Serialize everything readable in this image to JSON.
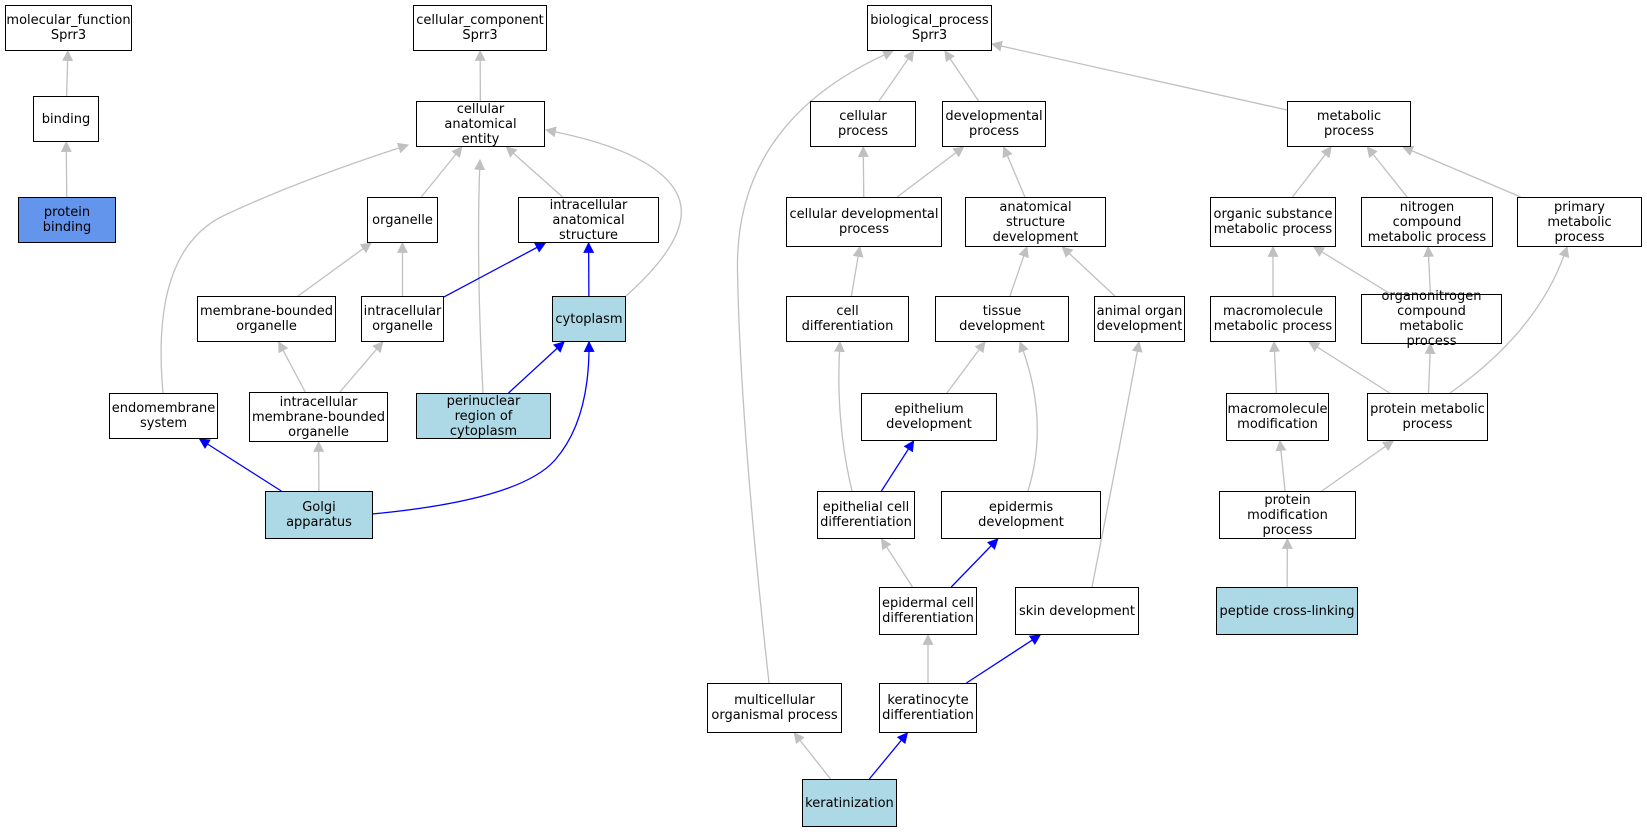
{
  "colors": {
    "node_fill": "#ffffff",
    "annotated_fill": "#add8e6",
    "root_annotated_fill": "#6495ed",
    "gray_edge": "#c0c0c0",
    "blue_edge": "#0000ff"
  },
  "nodes": [
    {
      "id": "molecular_function",
      "label": "molecular_function\nSprr3",
      "style": "normal"
    },
    {
      "id": "binding",
      "label": "binding",
      "style": "normal"
    },
    {
      "id": "protein_binding",
      "label": "protein binding",
      "style": "root-annotated"
    },
    {
      "id": "cellular_component",
      "label": "cellular_component\nSprr3",
      "style": "normal"
    },
    {
      "id": "cellular_anatomical_entity",
      "label": "cellular anatomical\nentity",
      "style": "normal"
    },
    {
      "id": "organelle",
      "label": "organelle",
      "style": "normal"
    },
    {
      "id": "intracellular_anatomical_structure",
      "label": "intracellular\nanatomical structure",
      "style": "normal"
    },
    {
      "id": "membrane_bounded_organelle",
      "label": "membrane-bounded\norganelle",
      "style": "normal"
    },
    {
      "id": "intracellular_organelle",
      "label": "intracellular\norganelle",
      "style": "normal"
    },
    {
      "id": "cytoplasm",
      "label": "cytoplasm",
      "style": "annotated"
    },
    {
      "id": "endomembrane_system",
      "label": "endomembrane\nsystem",
      "style": "normal"
    },
    {
      "id": "intracellular_membrane_bounded_organelle",
      "label": "intracellular\nmembrane-bounded\norganelle",
      "style": "normal"
    },
    {
      "id": "perinuclear_region",
      "label": "perinuclear\nregion of cytoplasm",
      "style": "annotated"
    },
    {
      "id": "golgi_apparatus",
      "label": "Golgi apparatus",
      "style": "annotated"
    },
    {
      "id": "biological_process",
      "label": "biological_process\nSprr3",
      "style": "normal"
    },
    {
      "id": "cellular_process",
      "label": "cellular process",
      "style": "normal"
    },
    {
      "id": "developmental_process",
      "label": "developmental\nprocess",
      "style": "normal"
    },
    {
      "id": "metabolic_process",
      "label": "metabolic process",
      "style": "normal"
    },
    {
      "id": "cellular_developmental_process",
      "label": "cellular developmental\nprocess",
      "style": "normal"
    },
    {
      "id": "anatomical_structure_development",
      "label": "anatomical structure\ndevelopment",
      "style": "normal"
    },
    {
      "id": "organic_substance_metabolic_process",
      "label": "organic substance\nmetabolic process",
      "style": "normal"
    },
    {
      "id": "nitrogen_compound_metabolic_process",
      "label": "nitrogen compound\nmetabolic process",
      "style": "normal"
    },
    {
      "id": "primary_metabolic_process",
      "label": "primary metabolic\nprocess",
      "style": "normal"
    },
    {
      "id": "cell_differentiation",
      "label": "cell differentiation",
      "style": "normal"
    },
    {
      "id": "tissue_development",
      "label": "tissue development",
      "style": "normal"
    },
    {
      "id": "animal_organ_development",
      "label": "animal organ\ndevelopment",
      "style": "normal"
    },
    {
      "id": "macromolecule_metabolic_process",
      "label": "macromolecule\nmetabolic process",
      "style": "normal"
    },
    {
      "id": "organonitrogen_compound_metabolic_process",
      "label": "organonitrogen\ncompound metabolic\nprocess",
      "style": "normal"
    },
    {
      "id": "epithelium_development",
      "label": "epithelium development",
      "style": "normal"
    },
    {
      "id": "macromolecule_modification",
      "label": "macromolecule\nmodification",
      "style": "normal"
    },
    {
      "id": "protein_metabolic_process",
      "label": "protein metabolic\nprocess",
      "style": "normal"
    },
    {
      "id": "epithelial_cell_differentiation",
      "label": "epithelial cell\ndifferentiation",
      "style": "normal"
    },
    {
      "id": "epidermis_development",
      "label": "epidermis development",
      "style": "normal"
    },
    {
      "id": "protein_modification_process",
      "label": "protein modification\nprocess",
      "style": "normal"
    },
    {
      "id": "epidermal_cell_differentiation",
      "label": "epidermal cell\ndifferentiation",
      "style": "normal"
    },
    {
      "id": "skin_development",
      "label": "skin development",
      "style": "normal"
    },
    {
      "id": "peptide_cross_linking",
      "label": "peptide cross-linking",
      "style": "annotated"
    },
    {
      "id": "multicellular_organismal_process",
      "label": "multicellular\norganismal process",
      "style": "normal"
    },
    {
      "id": "keratinocyte_differentiation",
      "label": "keratinocyte\ndifferentiation",
      "style": "normal"
    },
    {
      "id": "keratinization",
      "label": "keratinization",
      "style": "annotated"
    }
  ],
  "edges": [
    {
      "from": "binding",
      "to": "molecular_function",
      "color": "gray"
    },
    {
      "from": "protein_binding",
      "to": "binding",
      "color": "gray"
    },
    {
      "from": "cellular_anatomical_entity",
      "to": "cellular_component",
      "color": "gray"
    },
    {
      "from": "organelle",
      "to": "cellular_anatomical_entity",
      "color": "gray"
    },
    {
      "from": "intracellular_anatomical_structure",
      "to": "cellular_anatomical_entity",
      "color": "gray"
    },
    {
      "from": "endomembrane_system",
      "to": "cellular_anatomical_entity",
      "color": "gray"
    },
    {
      "from": "perinuclear_region",
      "to": "cellular_anatomical_entity",
      "color": "gray"
    },
    {
      "from": "cytoplasm",
      "to": "cellular_anatomical_entity",
      "color": "gray"
    },
    {
      "from": "membrane_bounded_organelle",
      "to": "organelle",
      "color": "gray"
    },
    {
      "from": "intracellular_organelle",
      "to": "organelle",
      "color": "gray"
    },
    {
      "from": "intracellular_organelle",
      "to": "intracellular_anatomical_structure",
      "color": "blue"
    },
    {
      "from": "cytoplasm",
      "to": "intracellular_anatomical_structure",
      "color": "blue"
    },
    {
      "from": "intracellular_membrane_bounded_organelle",
      "to": "membrane_bounded_organelle",
      "color": "gray"
    },
    {
      "from": "intracellular_membrane_bounded_organelle",
      "to": "intracellular_organelle",
      "color": "gray"
    },
    {
      "from": "perinuclear_region",
      "to": "cytoplasm",
      "color": "blue"
    },
    {
      "from": "golgi_apparatus",
      "to": "endomembrane_system",
      "color": "blue"
    },
    {
      "from": "golgi_apparatus",
      "to": "intracellular_membrane_bounded_organelle",
      "color": "gray"
    },
    {
      "from": "golgi_apparatus",
      "to": "cytoplasm",
      "color": "blue"
    },
    {
      "from": "cellular_process",
      "to": "biological_process",
      "color": "gray"
    },
    {
      "from": "developmental_process",
      "to": "biological_process",
      "color": "gray"
    },
    {
      "from": "metabolic_process",
      "to": "biological_process",
      "color": "gray"
    },
    {
      "from": "multicellular_organismal_process",
      "to": "biological_process",
      "color": "gray"
    },
    {
      "from": "cellular_developmental_process",
      "to": "cellular_process",
      "color": "gray"
    },
    {
      "from": "cellular_developmental_process",
      "to": "developmental_process",
      "color": "gray"
    },
    {
      "from": "anatomical_structure_development",
      "to": "developmental_process",
      "color": "gray"
    },
    {
      "from": "organic_substance_metabolic_process",
      "to": "metabolic_process",
      "color": "gray"
    },
    {
      "from": "nitrogen_compound_metabolic_process",
      "to": "metabolic_process",
      "color": "gray"
    },
    {
      "from": "primary_metabolic_process",
      "to": "metabolic_process",
      "color": "gray"
    },
    {
      "from": "cell_differentiation",
      "to": "cellular_developmental_process",
      "color": "gray"
    },
    {
      "from": "tissue_development",
      "to": "anatomical_structure_development",
      "color": "gray"
    },
    {
      "from": "animal_organ_development",
      "to": "anatomical_structure_development",
      "color": "gray"
    },
    {
      "from": "macromolecule_metabolic_process",
      "to": "organic_substance_metabolic_process",
      "color": "gray"
    },
    {
      "from": "organonitrogen_compound_metabolic_process",
      "to": "organic_substance_metabolic_process",
      "color": "gray"
    },
    {
      "from": "organonitrogen_compound_metabolic_process",
      "to": "nitrogen_compound_metabolic_process",
      "color": "gray"
    },
    {
      "from": "protein_metabolic_process",
      "to": "primary_metabolic_process",
      "color": "gray"
    },
    {
      "from": "epithelium_development",
      "to": "tissue_development",
      "color": "gray"
    },
    {
      "from": "epidermis_development",
      "to": "tissue_development",
      "color": "gray"
    },
    {
      "from": "skin_development",
      "to": "animal_organ_development",
      "color": "gray"
    },
    {
      "from": "macromolecule_modification",
      "to": "macromolecule_metabolic_process",
      "color": "gray"
    },
    {
      "from": "protein_metabolic_process",
      "to": "macromolecule_metabolic_process",
      "color": "gray"
    },
    {
      "from": "protein_metabolic_process",
      "to": "organonitrogen_compound_metabolic_process",
      "color": "gray"
    },
    {
      "from": "epithelial_cell_differentiation",
      "to": "cell_differentiation",
      "color": "gray"
    },
    {
      "from": "epithelial_cell_differentiation",
      "to": "epithelium_development",
      "color": "blue"
    },
    {
      "from": "protein_modification_process",
      "to": "macromolecule_modification",
      "color": "gray"
    },
    {
      "from": "protein_modification_process",
      "to": "protein_metabolic_process",
      "color": "gray"
    },
    {
      "from": "epidermal_cell_differentiation",
      "to": "epithelial_cell_differentiation",
      "color": "gray"
    },
    {
      "from": "epidermal_cell_differentiation",
      "to": "epidermis_development",
      "color": "blue"
    },
    {
      "from": "peptide_cross_linking",
      "to": "protein_modification_process",
      "color": "gray"
    },
    {
      "from": "keratinocyte_differentiation",
      "to": "epidermal_cell_differentiation",
      "color": "gray"
    },
    {
      "from": "keratinocyte_differentiation",
      "to": "skin_development",
      "color": "blue"
    },
    {
      "from": "keratinization",
      "to": "multicellular_organismal_process",
      "color": "gray"
    },
    {
      "from": "keratinization",
      "to": "keratinocyte_differentiation",
      "color": "blue"
    }
  ]
}
